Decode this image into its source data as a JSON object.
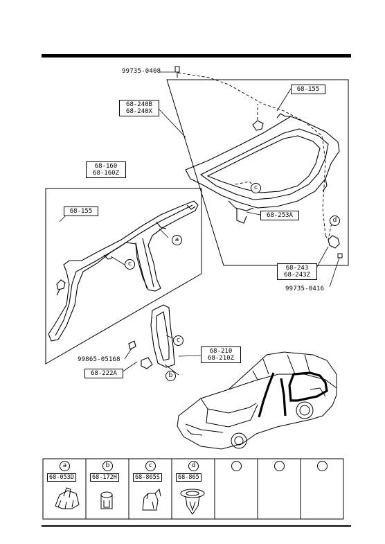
{
  "callouts": {
    "bolt_top": "99735-0408",
    "roof_side_rail": [
      "68-240B",
      "68-240X"
    ],
    "fastener_upper": "68-155",
    "b_pillar_trim": [
      "68-160",
      "68-160Z"
    ],
    "fastener_left": "68-155",
    "bracket_upper": "68-253A",
    "bracket_lower": [
      "68-243",
      "68-243Z"
    ],
    "bolt_lower": "99735-0416",
    "bolt_center": "99865-05168",
    "bracket_center": "68-222A",
    "c_pillar_trim": [
      "68-210",
      "68-210Z"
    ]
  },
  "clip_letters": {
    "a": "a",
    "b": "b",
    "c": "c",
    "d": "d"
  },
  "legend": [
    {
      "letter": "a",
      "part": "68-053D"
    },
    {
      "letter": "b",
      "part": "68-172H"
    },
    {
      "letter": "c",
      "part": "68-865S"
    },
    {
      "letter": "d",
      "part": "68-865"
    },
    {
      "letter": "",
      "part": ""
    },
    {
      "letter": "",
      "part": ""
    },
    {
      "letter": "",
      "part": ""
    }
  ]
}
